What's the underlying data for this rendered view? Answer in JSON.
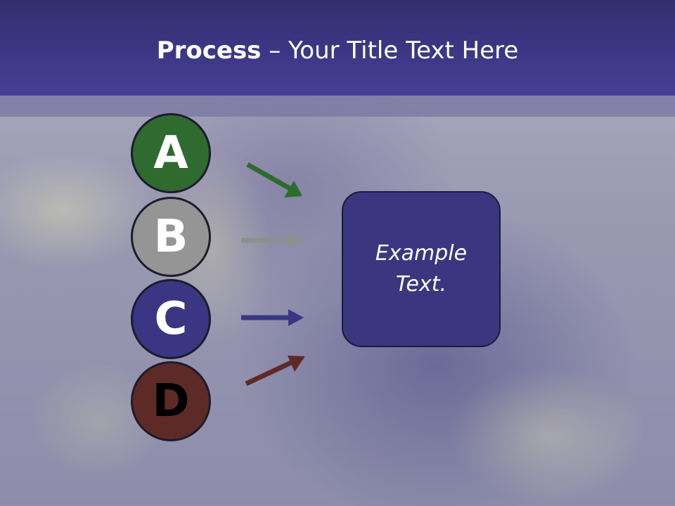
{
  "header": {
    "title_bold": "Process",
    "title_rest": " – Your Title Text Here"
  },
  "steps": [
    {
      "letter": "A",
      "color": "#2f6a2f",
      "arrow_color": "#2e6b2e"
    },
    {
      "letter": "B",
      "color": "#959595",
      "arrow_color": "#8f8f8f"
    },
    {
      "letter": "C",
      "color": "#3a3684",
      "arrow_color": "#3a3684"
    },
    {
      "letter": "D",
      "color": "#5e2a27",
      "arrow_color": "#5e2a27"
    }
  ],
  "target_box": {
    "line1": "Example",
    "line2": "Text.",
    "color": "#3a3680"
  }
}
